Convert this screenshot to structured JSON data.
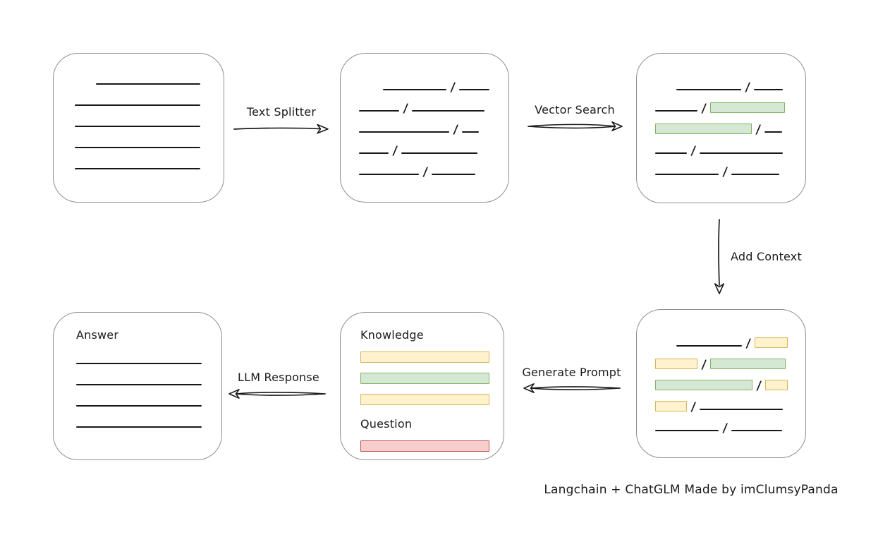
{
  "caption": "Langchain + ChatGLM Made by imClumsyPanda",
  "slash": "/",
  "colors": {
    "green_fill": "#d5e8d4",
    "green_border": "#82b366",
    "yellow_fill": "#fff2cc",
    "yellow_border": "#d6b656",
    "red_fill": "#f8cecc",
    "red_border": "#b85450",
    "node_border": "#8f8f8f",
    "ink": "#1a1a1a"
  },
  "arrows": {
    "text_splitter": "Text Splitter",
    "vector_search": "Vector Search",
    "add_context": "Add Context",
    "generate_prompt": "Generate Prompt",
    "llm_response": "LLM Response"
  },
  "nodes": {
    "document": {
      "lines": [
        {
          "w": 148,
          "indent": 30
        },
        {
          "w": 178
        },
        {
          "w": 178
        },
        {
          "w": 178
        },
        {
          "w": 178
        }
      ]
    },
    "split_chunks": {
      "rows": [
        [
          {
            "t": "line",
            "w": 90,
            "indent": 34
          },
          {
            "t": "slash"
          },
          {
            "t": "line",
            "w": 43
          }
        ],
        [
          {
            "t": "line",
            "w": 57
          },
          {
            "t": "slash"
          },
          {
            "t": "line",
            "w": 103
          }
        ],
        [
          {
            "t": "line",
            "w": 128
          },
          {
            "t": "slash"
          },
          {
            "t": "line",
            "w": 24
          }
        ],
        [
          {
            "t": "line",
            "w": 42
          },
          {
            "t": "slash"
          },
          {
            "t": "line",
            "w": 108
          }
        ],
        [
          {
            "t": "line",
            "w": 85
          },
          {
            "t": "slash"
          },
          {
            "t": "line",
            "w": 62
          }
        ]
      ]
    },
    "vector_matches": {
      "rows": [
        [
          {
            "t": "line",
            "w": 92,
            "indent": 30
          },
          {
            "t": "slash"
          },
          {
            "t": "line",
            "w": 41
          }
        ],
        [
          {
            "t": "line",
            "w": 60
          },
          {
            "t": "slash"
          },
          {
            "t": "green",
            "w": 106
          }
        ],
        [
          {
            "t": "green",
            "w": 137
          },
          {
            "t": "slash"
          },
          {
            "t": "line",
            "w": 25
          }
        ],
        [
          {
            "t": "line",
            "w": 45
          },
          {
            "t": "slash"
          },
          {
            "t": "line",
            "w": 118
          }
        ],
        [
          {
            "t": "line",
            "w": 90
          },
          {
            "t": "slash"
          },
          {
            "t": "line",
            "w": 68
          }
        ]
      ]
    },
    "context_chunks": {
      "rows": [
        [
          {
            "t": "line",
            "w": 93,
            "indent": 30
          },
          {
            "t": "slash"
          },
          {
            "t": "yellow",
            "w": 47
          }
        ],
        [
          {
            "t": "yellow",
            "w": 60
          },
          {
            "t": "slash"
          },
          {
            "t": "green",
            "w": 107
          }
        ],
        [
          {
            "t": "green",
            "w": 138
          },
          {
            "t": "slash"
          },
          {
            "t": "yellow",
            "w": 32
          }
        ],
        [
          {
            "t": "yellow",
            "w": 45
          },
          {
            "t": "slash"
          },
          {
            "t": "line",
            "w": 118
          }
        ],
        [
          {
            "t": "line",
            "w": 90
          },
          {
            "t": "slash"
          },
          {
            "t": "line",
            "w": 72
          }
        ]
      ]
    },
    "prompt": {
      "knowledge_label": "Knowledge",
      "question_label": "Question",
      "knowledge_bars": [
        "yellow",
        "green",
        "yellow"
      ],
      "question_bars": [
        "red"
      ]
    },
    "answer": {
      "label": "Answer",
      "lines": [
        {
          "w": 178
        },
        {
          "w": 178
        },
        {
          "w": 178
        },
        {
          "w": 178
        }
      ]
    }
  }
}
